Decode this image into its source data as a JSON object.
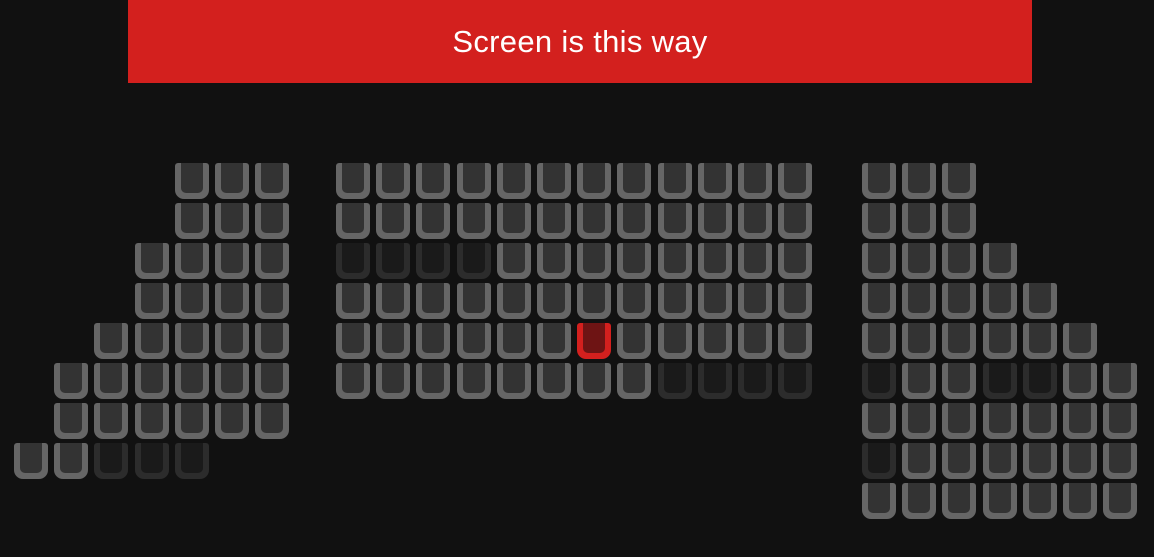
{
  "screen": {
    "label": "Screen is this way"
  },
  "colors": {
    "background": "#111111",
    "screen": "#d3201e",
    "seat_available": "#666666",
    "seat_taken": "#2c2c2c",
    "seat_selected": "#d3201e"
  },
  "seat_map": {
    "legend": {
      "A": "available",
      "x": "taken",
      "S": "selected",
      ".": "no seat"
    },
    "sections": [
      {
        "name": "left",
        "rows": [
          "....AAA",
          "....AAA",
          "...AAAA",
          "...AAAA",
          "..AAAAA",
          ".AAAAAA",
          ".AAAAAA",
          "AAxxx.."
        ]
      },
      {
        "name": "center",
        "rows": [
          "AAAAAAAAAAAA",
          "AAAAAAAAAAAA",
          "xxxxAAAAAAAA",
          "AAAAAAAAAAAA",
          "AAAAAASAAAAA",
          "AAAAAAAAxxxx"
        ]
      },
      {
        "name": "right",
        "rows": [
          "AAA....",
          "AAA....",
          "AAAA...",
          "AAAAA..",
          "AAAAAA.",
          "xAAxxAA",
          "AAAAAAA",
          "xAAAAAA",
          "AAAAAAA"
        ]
      }
    ]
  }
}
